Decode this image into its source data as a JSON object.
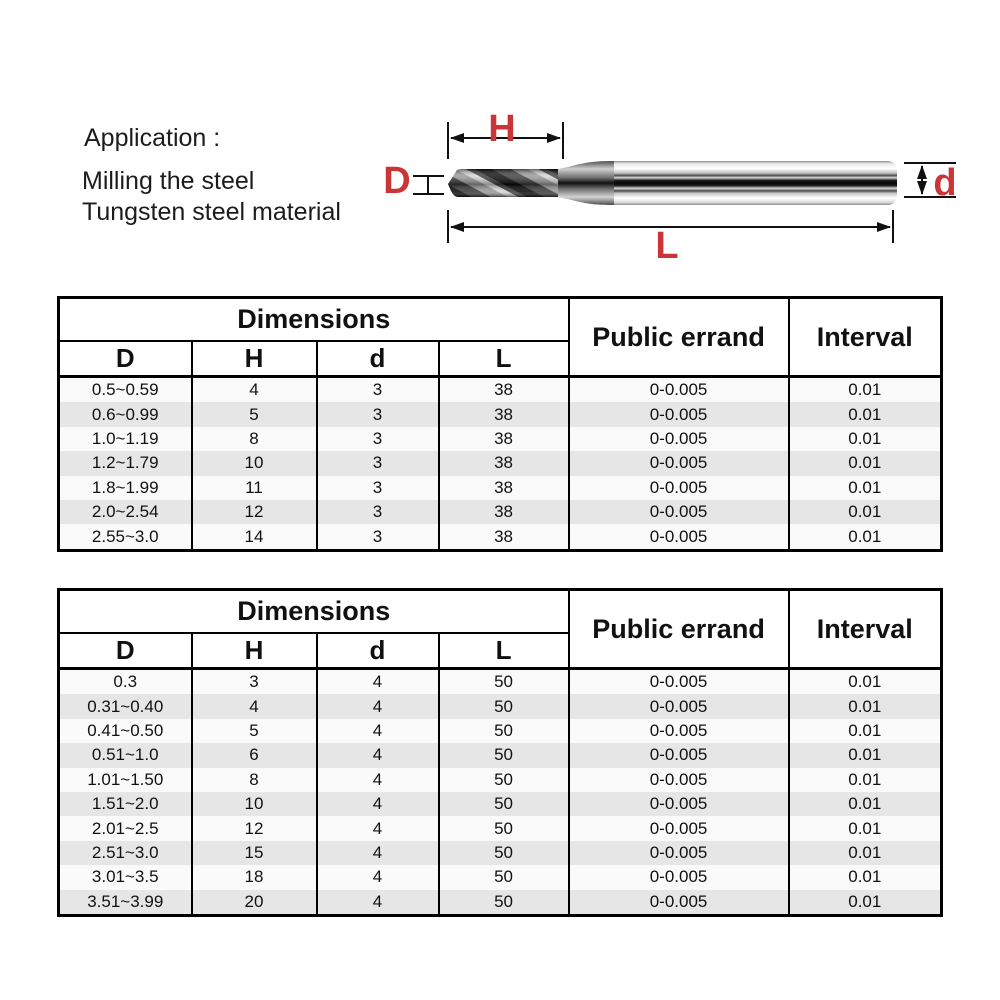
{
  "application": {
    "title": "Application :",
    "line1": "Milling the steel",
    "line2": "Tungsten steel material"
  },
  "diagram": {
    "accent_color": "#cc3538",
    "h_label": "H",
    "d_upper_label": "D",
    "d_lower_label": "d",
    "l_label": "L"
  },
  "tables": [
    {
      "header": {
        "dimensions": "Dimensions",
        "columns": [
          "D",
          "H",
          "d",
          "L"
        ],
        "public_errand": "Public errand",
        "interval": "Interval"
      },
      "rows": [
        [
          "0.5~0.59",
          "4",
          "3",
          "38",
          "0-0.005",
          "0.01"
        ],
        [
          "0.6~0.99",
          "5",
          "3",
          "38",
          "0-0.005",
          "0.01"
        ],
        [
          "1.0~1.19",
          "8",
          "3",
          "38",
          "0-0.005",
          "0.01"
        ],
        [
          "1.2~1.79",
          "10",
          "3",
          "38",
          "0-0.005",
          "0.01"
        ],
        [
          "1.8~1.99",
          "11",
          "3",
          "38",
          "0-0.005",
          "0.01"
        ],
        [
          "2.0~2.54",
          "12",
          "3",
          "38",
          "0-0.005",
          "0.01"
        ],
        [
          "2.55~3.0",
          "14",
          "3",
          "38",
          "0-0.005",
          "0.01"
        ]
      ]
    },
    {
      "header": {
        "dimensions": "Dimensions",
        "columns": [
          "D",
          "H",
          "d",
          "L"
        ],
        "public_errand": "Public errand",
        "interval": "Interval"
      },
      "rows": [
        [
          "0.3",
          "3",
          "4",
          "50",
          "0-0.005",
          "0.01"
        ],
        [
          "0.31~0.40",
          "4",
          "4",
          "50",
          "0-0.005",
          "0.01"
        ],
        [
          "0.41~0.50",
          "5",
          "4",
          "50",
          "0-0.005",
          "0.01"
        ],
        [
          "0.51~1.0",
          "6",
          "4",
          "50",
          "0-0.005",
          "0.01"
        ],
        [
          "1.01~1.50",
          "8",
          "4",
          "50",
          "0-0.005",
          "0.01"
        ],
        [
          "1.51~2.0",
          "10",
          "4",
          "50",
          "0-0.005",
          "0.01"
        ],
        [
          "2.01~2.5",
          "12",
          "4",
          "50",
          "0-0.005",
          "0.01"
        ],
        [
          "2.51~3.0",
          "15",
          "4",
          "50",
          "0-0.005",
          "0.01"
        ],
        [
          "3.01~3.5",
          "18",
          "4",
          "50",
          "0-0.005",
          "0.01"
        ],
        [
          "3.51~3.99",
          "20",
          "4",
          "50",
          "0-0.005",
          "0.01"
        ]
      ]
    }
  ]
}
